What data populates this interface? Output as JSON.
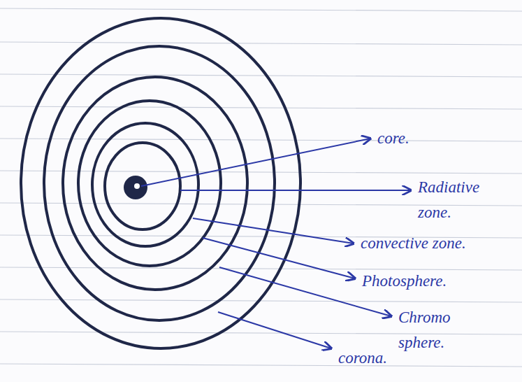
{
  "diagram": {
    "labels": [
      "core.",
      "Radiative zone.",
      "convective zone.",
      "Photosphere.",
      "Chromo sphere.",
      "corona."
    ]
  }
}
